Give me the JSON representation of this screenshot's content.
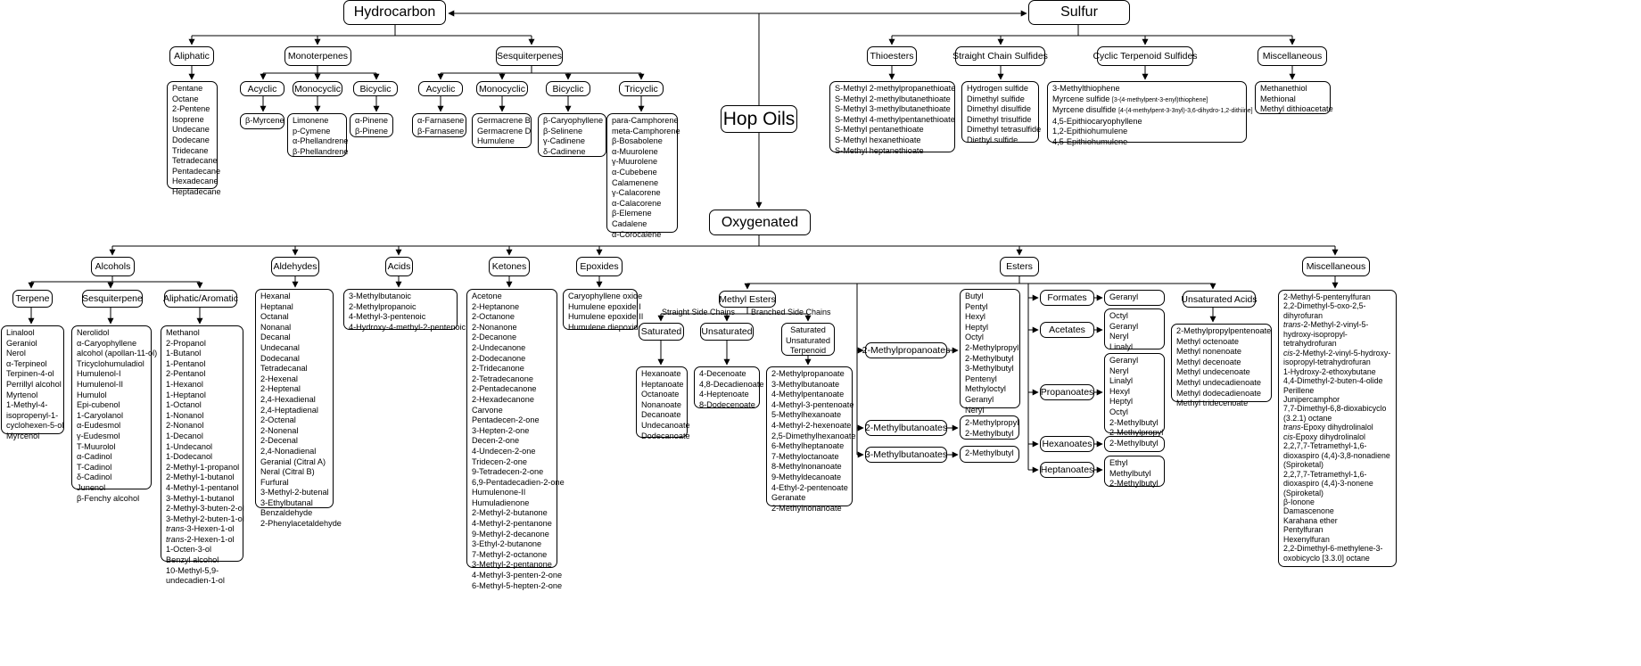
{
  "top": {
    "hydrocarbon": "Hydrocarbon",
    "sulfur": "Sulfur",
    "hop_oils": "Hop Oils",
    "oxygenated": "Oxygenated"
  },
  "hydrocarbon": {
    "aliphatic": "Aliphatic",
    "monoterpenes": "Monoterpenes",
    "sesquiterpenes": "Sesquiterpenes",
    "acyclic": "Acyclic",
    "monocyclic": "Monocyclic",
    "bicyclic": "Bicyclic",
    "tricyclic": "Tricyclic",
    "aliphatic_list": [
      "Pentane",
      "Octane",
      "2-Pentene",
      "Isoprene",
      "Undecane",
      "Dodecane",
      "Tridecane",
      "Tetradecane",
      "Pentadecane",
      "Hexadecane",
      "Heptadecane"
    ],
    "mono_acyclic": [
      "β-Myrcene"
    ],
    "mono_monocyclic": [
      "Limonene",
      "p-Cymene",
      "α-Phellandrene",
      "β-Phellandrene"
    ],
    "mono_bicyclic": [
      "α-Pinene",
      "β-Pinene"
    ],
    "ses_acyclic": [
      "α-Farnasene",
      "β-Farnasene"
    ],
    "ses_monocyclic": [
      "Germacrene B",
      "Germacrene D",
      "Humulene"
    ],
    "ses_bicyclic": [
      "β-Caryophyllene",
      "β-Selinene",
      "γ-Cadinene",
      "δ-Cadinene"
    ],
    "ses_tricyclic": [
      "para-Camphorene",
      "meta-Camphorene",
      "β-Bosabolene",
      "α-Muurolene",
      "γ-Muurolene",
      "α-Cubebene",
      "Calamenene",
      "γ-Calacorene",
      "α-Calacorene",
      "β-Elemene",
      "Cadalene",
      "α-Corocalene"
    ]
  },
  "sulfur": {
    "thioesters": "Thioesters",
    "straight": "Straight Chain Sulfides",
    "cyclic": "Cyclic Terpenoid Sulfides",
    "misc": "Miscellaneous",
    "thioesters_list": [
      "S-Methyl 2-methylpropanethioate",
      "S-Methyl 2-methylbutanethioate",
      "S-Methyl 3-methylbutanethioate",
      "S-Methyl 4-methylpentanethioate",
      "S-Methyl pentanethioate",
      "S-Methyl hexanethioate",
      "S-Methyl heptanethioate"
    ],
    "straight_list": [
      "Hydrogen sulfide",
      "Dimethyl sulfide",
      "Dimethyl disulfide",
      "Dimethyl trisulfide",
      "Dimethyl tetrasulfide",
      "Diethyl sulfide"
    ],
    "cyclic_list": {
      "l1": "3-Methylthiophene",
      "l2a": "Myrcene sulfide",
      "l2b": "[3-(4-methylpent-3-enyl)thiophene]",
      "l3a": "Myrcene disulfide",
      "l3b": "[4-(4-methylpent-3-3nyl)-3,6-dihydro-1,2-dithiine]",
      "l4": "4,5-Epithiocaryophyllene",
      "l5": "1,2-Epithiohumulene",
      "l6": "4,5-Epithiohumulene"
    },
    "misc_list": [
      "Methanethiol",
      "Methional",
      "Methyl dithioacetate"
    ]
  },
  "oxygenated": {
    "alcohols": "Alcohols",
    "aldehydes": "Aldehydes",
    "acids": "Acids",
    "ketones": "Ketones",
    "epoxides": "Epoxides",
    "esters": "Esters",
    "misc": "Miscellaneous",
    "terpene": "Terpene",
    "sesquiterpene": "Sesquiterpene",
    "aliphatic_aromatic": "Aliphatic/Aromatic",
    "terpene_list": [
      "Linalool",
      "Geraniol",
      "Nerol",
      "α-Terpineol",
      "Terpinen-4-ol",
      "Perrillyl alcohol",
      "Myrtenol",
      "1-Methyl-4-",
      "isopropenyl-1-",
      "cyclohexen-5-ol",
      "Myrcenol"
    ],
    "sesq_list": [
      "Nerolidol",
      "α-Caryophyllene",
      "alcohol (apollan-11-ol)",
      "Tricyclohumuladiol",
      "Humulenol-I",
      "Humulenol-II",
      "Humulol",
      "Epi-cubenol",
      "1-Caryolanol",
      "α-Eudesmol",
      "γ-Eudesmol",
      "T-Muurolol",
      "α-Cadinol",
      "T-Cadinol",
      "δ-Cadinol",
      "Junenol",
      "β-Fenchy alcohol"
    ],
    "aliph_list": {
      "a": [
        "Methanol",
        "2-Propanol",
        "1-Butanol",
        "1-Pentanol",
        "2-Pentanol",
        "1-Hexanol",
        "1-Heptanol",
        "1-Octanol",
        "1-Nonanol",
        "2-Nonanol",
        "1-Decanol",
        "1-Undecanol",
        "1-Dodecanol",
        "2-Methyl-1-propanol",
        "2-Methyl-1-butanol",
        "4-Methyl-1-pentanol",
        "3-Methyl-1-butanol",
        "2-Methyl-3-buten-2-ol",
        "3-Methyl-2-buten-1-ol"
      ],
      "trans1_i": "trans",
      "trans1_r": "-3-Hexen-1-ol",
      "trans2_i": "trans",
      "trans2_r": "-2-Hexen-1-ol",
      "b": [
        "1-Octen-3-ol",
        "Benzyl alcohol",
        "10-Methyl-5,9-",
        "undecadien-1-ol"
      ]
    },
    "aldehydes_list": [
      "Hexanal",
      "Heptanal",
      "Octanal",
      "Nonanal",
      "Decanal",
      "Undecanal",
      "Dodecanal",
      "Tetradecanal",
      "2-Hexenal",
      "2-Heptenal",
      "2,4-Hexadienal",
      "2,4-Heptadienal",
      "2-Octenal",
      "2-Nonenal",
      "2-Decenal",
      "2,4-Nonadienal",
      "Geranial (Citral A)",
      "Neral (Citral B)",
      "Furfural",
      "3-Methyl-2-butenal",
      "3-Ethylbutanal",
      "Benzaldehyde",
      "2-Phenylacetaldehyde"
    ],
    "acids_list": [
      "3-Methylbutanoic",
      "2-Methylpropanoic",
      "4-Methyl-3-pentenoic",
      "4-Hydroxy-4-methyl-2-pentenoic"
    ],
    "ketones_list": [
      "Acetone",
      "2-Heptanone",
      "2-Octanone",
      "2-Nonanone",
      "2-Decanone",
      "2-Undecanone",
      "2-Dodecanone",
      "2-Tridecanone",
      "2-Tetradecanone",
      "2-Pentadecanone",
      "2-Hexadecanone",
      "Carvone",
      "Pentadecen-2-one",
      "3-Hepten-2-one",
      "Decen-2-one",
      "4-Undecen-2-one",
      "Tridecen-2-one",
      "9-Tetradecen-2-one",
      "6,9-Pentadecadien-2-one",
      "Humulenone-II",
      "Humuladienone",
      "2-Methyl-2-butanone",
      "4-Methyl-2-pentanone",
      "9-Methyl-2-decanone",
      "3-Ethyl-2-butanone",
      "7-Methyl-2-octanone",
      "3-Methyl-2-pentanone",
      "4-Methyl-3-penten-2-one",
      "6-Methyl-5-hepten-2-one"
    ],
    "epoxides_list": [
      "Caryophyllene oxide",
      "Humulene epoxide I",
      "Humulene epoxide II",
      "Humulene diepoxide"
    ],
    "methyl_esters": "Methyl Esters",
    "straight_side": "Straight Side Chains",
    "branched_side": "Branched Side Chains",
    "saturated": "Saturated",
    "unsaturated": "Unsaturated",
    "sut": [
      "Saturated",
      "Unsaturated",
      "Terpenoid"
    ],
    "sat_list": [
      "Hexanoate",
      "Heptanoate",
      "Octanoate",
      "Nonanoate",
      "Decanoate",
      "Undecanoate",
      "Dodecanoate"
    ],
    "unsat_list": [
      "4-Decenoate",
      "4,8-Decadienoate",
      "4-Heptenoate",
      "8-Dodecenoate"
    ],
    "branched_list": [
      "2-Methylpropanoate",
      "3-Methylbutanoate",
      "4-Methylpentanoate",
      "4-Methyl-3-pentenoate",
      "5-Methylhexanoate",
      "4-Methyl-2-hexenoate",
      "2,5-Dimethylhexanoate",
      "6-Methylheptanoate",
      "7-Methyloctanoate",
      "8-Methylnonanoate",
      "9-Methyldecanoate",
      "4-Ethyl-2-pentenoate",
      "Geranate",
      "2-Methylnonanoate"
    ],
    "mp": "2-Methylpropanoates",
    "mb2": "2-Methylbutanoates",
    "mb3": "3-Methylbutanoates",
    "mp_list": [
      "Butyl",
      "Pentyl",
      "Hexyl",
      "Heptyl",
      "Octyl",
      "2-Methylpropyl",
      "2-Methylbutyl",
      "3-Methylbutyl",
      "Pentenyl",
      "Methyloctyl",
      "Geranyl",
      "Neryl"
    ],
    "mb2_list": [
      "2-Methylpropyl",
      "2-Methylbutyl"
    ],
    "mb3_list": [
      "2-Methylbutyl"
    ],
    "formates": "Formates",
    "acetates": "Acetates",
    "propanoates": "Propanoates",
    "hexanoates": "Hexanoates",
    "heptanoates": "Heptanoates",
    "formates_list": [
      "Geranyl"
    ],
    "acetates_list": [
      "Octyl",
      "Geranyl",
      "Neryl",
      "Linalyl"
    ],
    "propanoates_list": [
      "Geranyl",
      "Neryl",
      "Linalyl",
      "Hexyl",
      "Heptyl",
      "Octyl",
      "2-Methylbutyl",
      "2-Methylpropyl"
    ],
    "hexanoates_list": [
      "2-Methylbutyl"
    ],
    "heptanoates_list": [
      "Ethyl",
      "Methylbutyl",
      "2-Methylbutyl"
    ],
    "unsat_acids": "Unsaturated Acids",
    "unsat_acids_list": [
      "2-Methylpropylpentenoate",
      "Methyl octenoate",
      "Methyl nonenoate",
      "Methyl decenoate",
      "Methyl undecenoate",
      "Methyl undecadienoate",
      "Methyl dodecadienoate",
      "Methyl tridecenoate"
    ],
    "misc_list": [
      {
        "t": "2-Methyl-5-pentenylfuran"
      },
      {
        "t": "2,2-Dimethyl-5-oxo-2,5-"
      },
      {
        "t": "dihyrofuran"
      },
      {
        "i": "trans",
        "t": "-2-Methyl-2-vinyl-5-"
      },
      {
        "t": "hydroxy-isopropyl-"
      },
      {
        "t": "tetrahydrofuran"
      },
      {
        "i": "cis",
        "t": "-2-Methyl-2-vinyl-5-hydroxy-"
      },
      {
        "t": "isopropyl-tetrahydrofuran"
      },
      {
        "t": "1-Hydroxy-2-ethoxybutane"
      },
      {
        "t": "4,4-Dimethyl-2-buten-4-olide"
      },
      {
        "t": "Perillene"
      },
      {
        "t": "Junipercamphor"
      },
      {
        "t": "7,7-Dimethyl-6,8-dioxabicyclo"
      },
      {
        "t": "(3.2.1) octane"
      },
      {
        "i": "trans",
        "t": "-Epoxy dihydrolinalol"
      },
      {
        "i": "cis",
        "t": "-Epoxy dihydrolinalol"
      },
      {
        "t": "2,2,7,7-Tetramethyl-1,6-"
      },
      {
        "t": "dioxaspiro (4,4)-3,8-nonadiene"
      },
      {
        "t": "(Spiroketal)"
      },
      {
        "t": "2,2,7,7-Tetramethyl-1,6-"
      },
      {
        "t": "dioxaspiro (4,4)-3-nonene"
      },
      {
        "t": "(Spiroketal)"
      },
      {
        "t": "β-Ionone"
      },
      {
        "t": "Damascenone"
      },
      {
        "t": "Karahana ether"
      },
      {
        "t": "Pentylfuran"
      },
      {
        "t": "Hexenylfuran"
      },
      {
        "t": "2,2-Dimethyl-6-methylene-3-"
      },
      {
        "t": "oxobicyclo [3.3.0] octane"
      }
    ]
  }
}
